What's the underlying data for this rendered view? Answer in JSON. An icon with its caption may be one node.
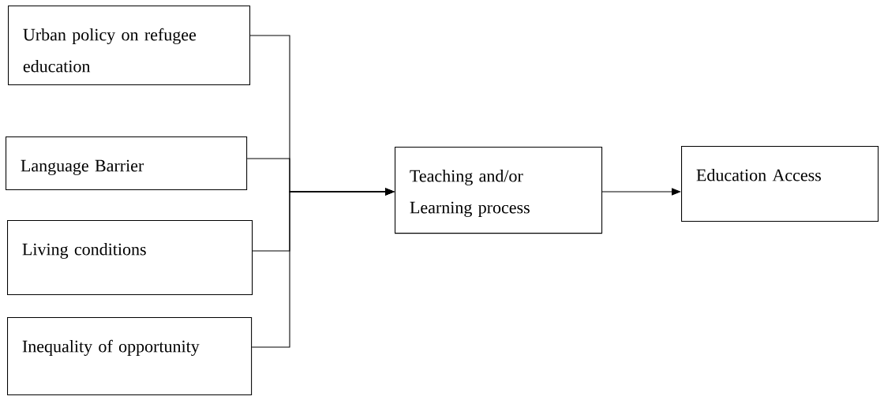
{
  "diagram": {
    "nodes": [
      {
        "text": [
          "Urban policy on refugee education"
        ]
      },
      {
        "text": [
          "Language Barrier"
        ]
      },
      {
        "text": [
          "Living conditions"
        ]
      },
      {
        "text": [
          "Inequality of opportunity"
        ]
      },
      {
        "text": [
          "Teaching and/or Learning process"
        ]
      },
      {
        "text": [
          "Education Access"
        ]
      }
    ],
    "edges": [
      {
        "from": 0,
        "to": 4,
        "arrow": "to"
      },
      {
        "from": 1,
        "to": 4,
        "arrow": "to"
      },
      {
        "from": 2,
        "to": 4,
        "arrow": "to"
      },
      {
        "from": 3,
        "to": 4,
        "arrow": "to"
      },
      {
        "from": 4,
        "to": 5,
        "arrow": "to"
      }
    ]
  }
}
